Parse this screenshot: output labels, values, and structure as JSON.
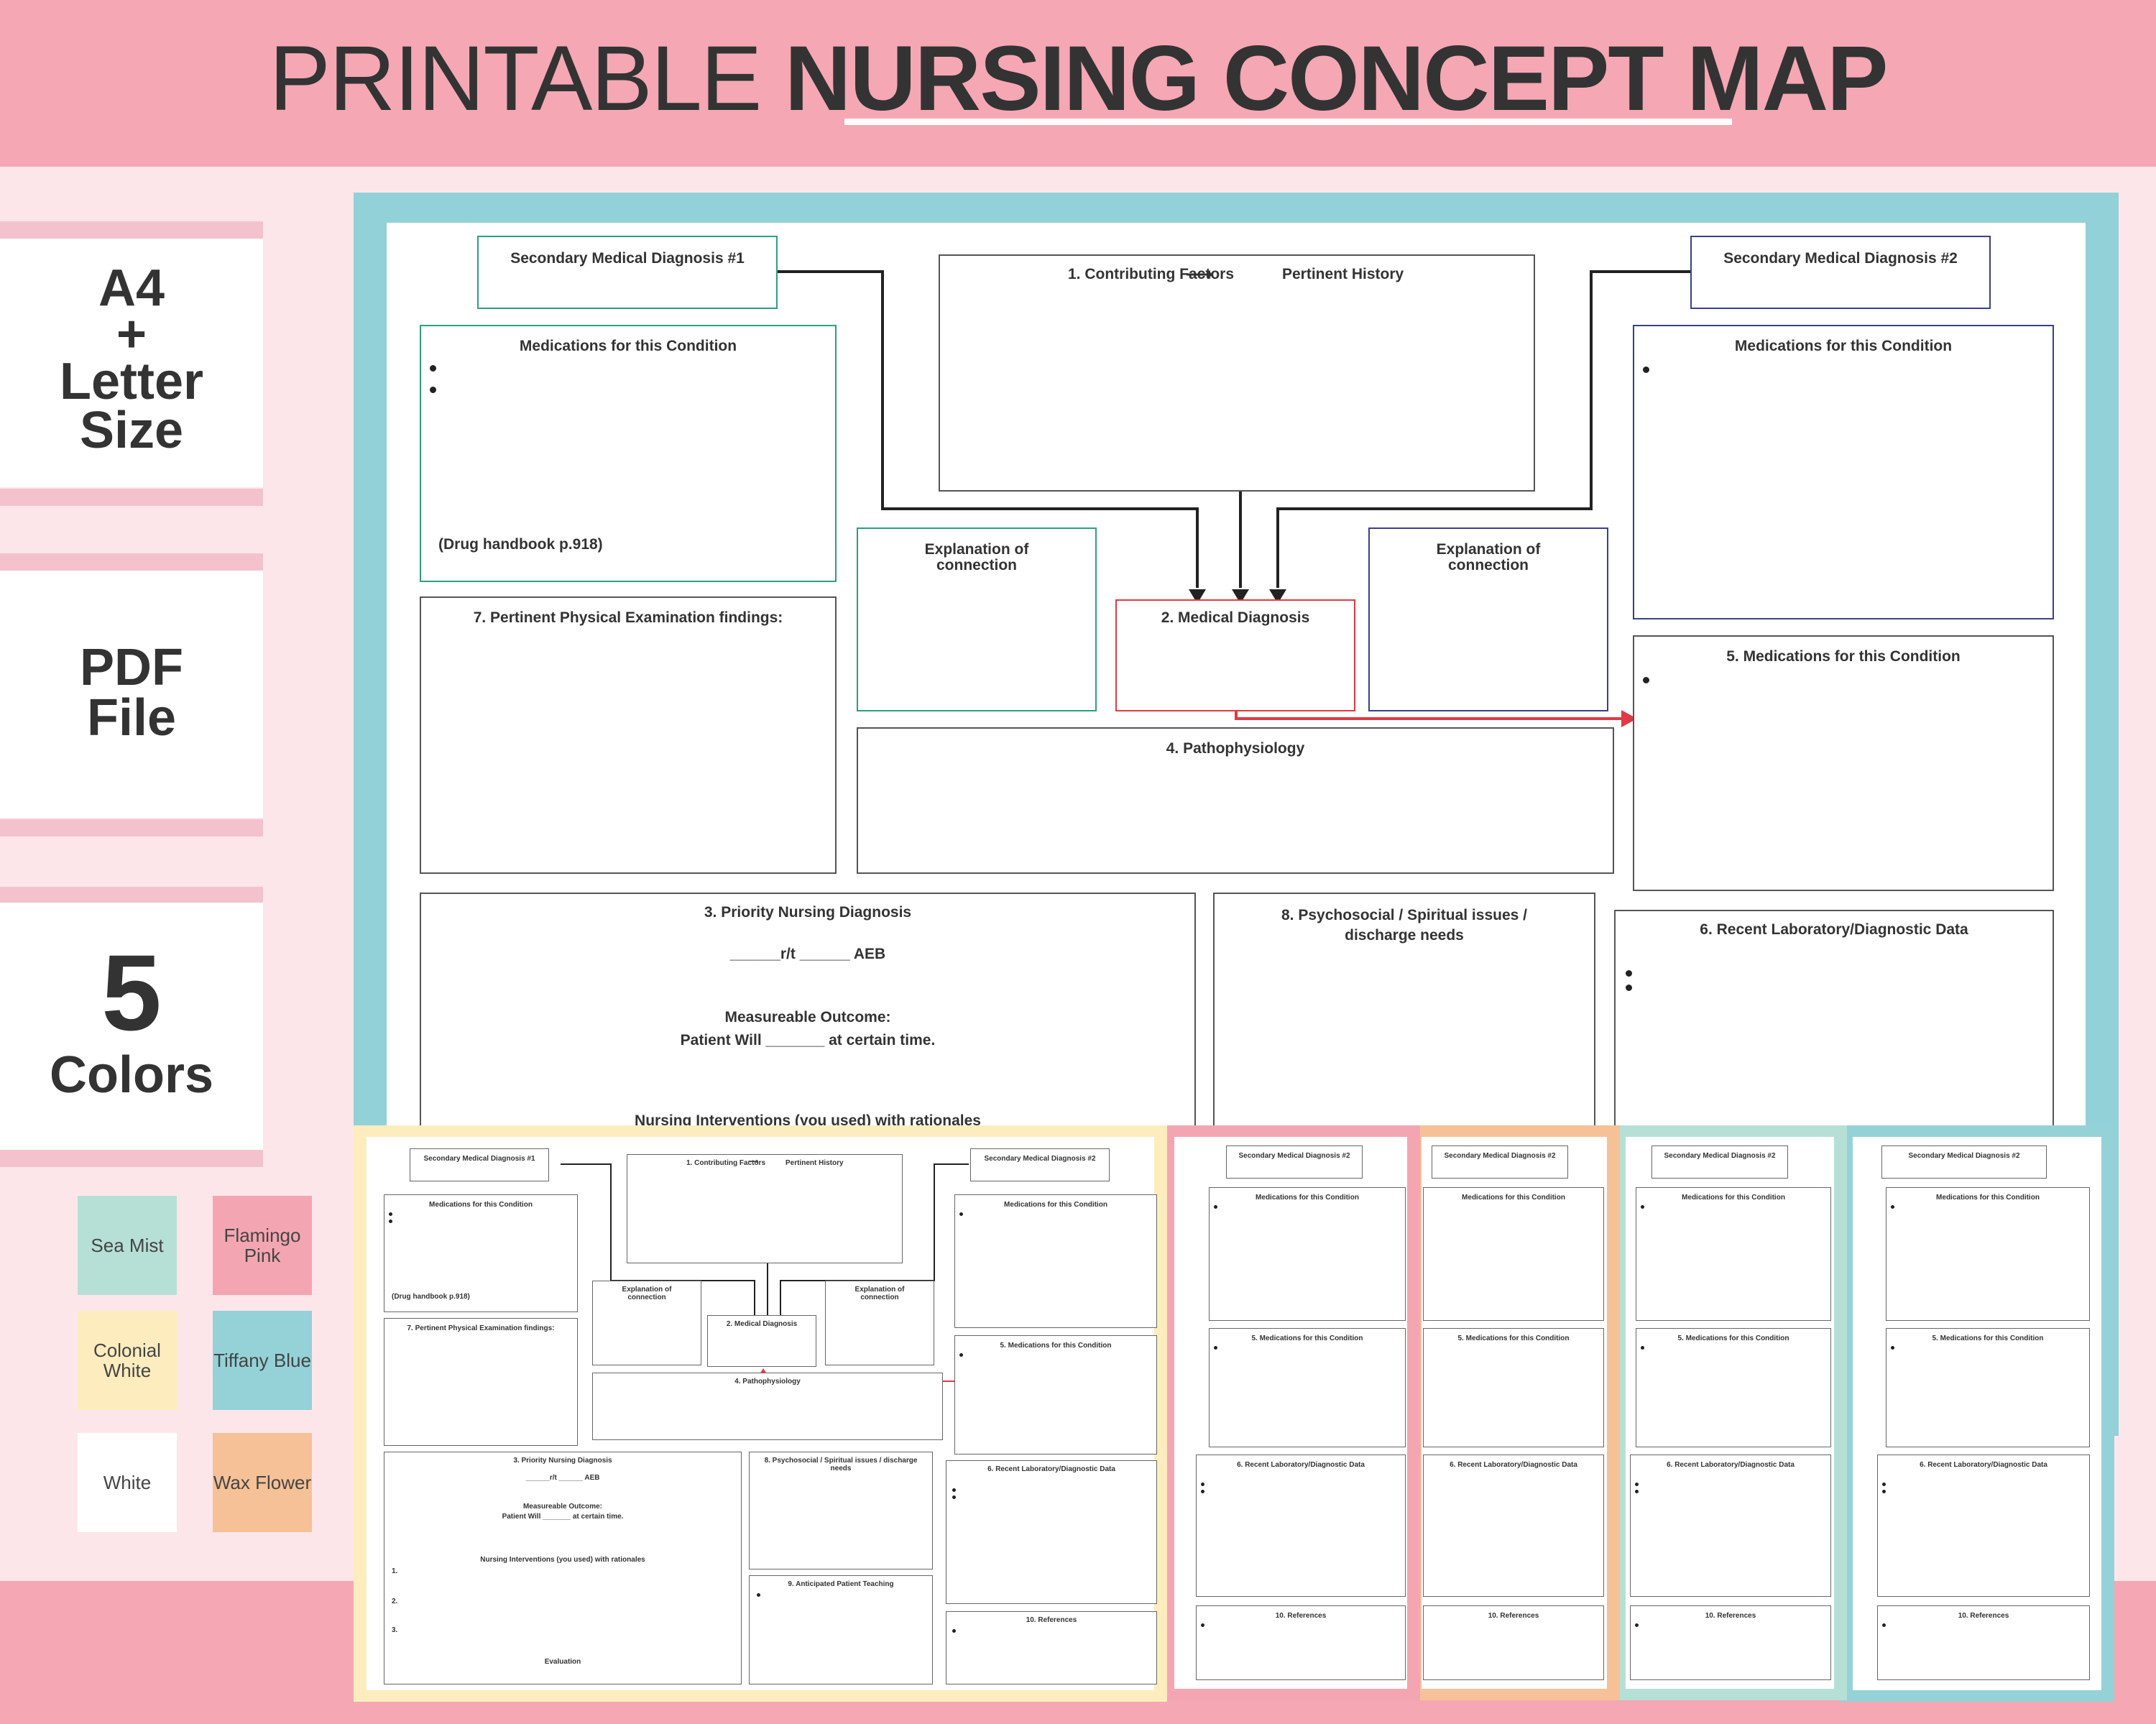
{
  "header": {
    "title_light": "PRINTABLE",
    "title_bold": "NURSING CONCEPT MAP"
  },
  "side": {
    "size_line1": "A4",
    "size_line2": "+",
    "size_line3": "Letter",
    "size_line4": "Size",
    "file_line1": "PDF",
    "file_line2": "File",
    "colors_number": "5",
    "colors_label": "Colors"
  },
  "swatches": [
    {
      "label": "Sea Mist",
      "color": "#b6e0d6"
    },
    {
      "label": "Flamingo Pink",
      "color": "#f3a6b2"
    },
    {
      "label": "Colonial White",
      "color": "#fdedbe"
    },
    {
      "label": "Tiffany Blue",
      "color": "#94d2d8"
    },
    {
      "label": "White",
      "color": "#ffffff"
    },
    {
      "label": "Wax Flower",
      "color": "#f6c197"
    }
  ],
  "map": {
    "secondary_1": "Secondary Medical Diagnosis #1",
    "secondary_2": "Secondary Medical Diagnosis #2",
    "contributing_a": "1. Contributing Factors",
    "contributing_b": "Pertinent History",
    "meds_condition": "Medications for this Condition",
    "drug_handbook": "(Drug handbook p.918)",
    "explanation": "Explanation of connection",
    "medical_diagnosis": "2. Medical Diagnosis",
    "meds_5": "5. Medications for this Condition",
    "pathophysiology": "4. Pathophysiology",
    "physical_exam": "7. Pertinent Physical  Examination findings:",
    "priority_dx": "3. Priority Nursing Diagnosis",
    "rt_line": "______r/t ______ AEB",
    "outcome": "Measureable Outcome:",
    "patient_will": "Patient Will   _______ at certain time.",
    "interventions": "Nursing Interventions (you used) with rationales",
    "psychosocial": "8. Psychosocial / Spiritual issues / discharge needs",
    "lab": "6. Recent Laboratory/Diagnostic Data",
    "teaching": "9. Anticipated Patient Teaching",
    "references": "10. References",
    "evaluation": "Evaluation",
    "num1": "1.",
    "num2": "2.",
    "num3": "3."
  }
}
